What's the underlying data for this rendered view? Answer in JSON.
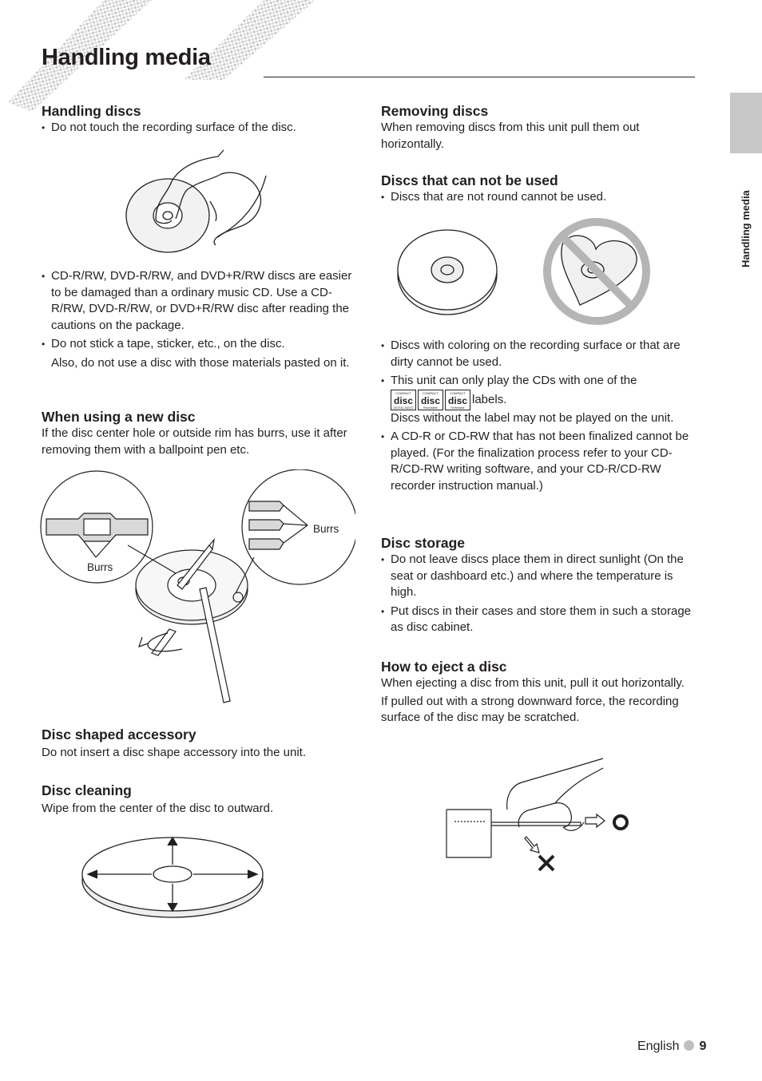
{
  "page_title": "Handling media",
  "side_tab_label": "Handling media",
  "left": {
    "handling_discs": {
      "heading": "Handling discs",
      "bullet1": "Do not touch the recording surface of the disc.",
      "bullet2": "CD-R/RW, DVD-R/RW, and DVD+R/RW discs are easier to be damaged than a ordinary music CD. Use a CD-R/RW, DVD-R/RW, or DVD+R/RW disc after reading the cautions on the package.",
      "bullet3": "Do not stick a tape, sticker, etc., on the disc.",
      "bullet3_cont": "Also, do not use a disc with those materials pasted on it."
    },
    "new_disc": {
      "heading": "When using a new disc",
      "text": "If the disc center hole or outside rim has burrs, use it after removing them with a ballpoint pen etc.",
      "burrs_label_left": "Burrs",
      "burrs_label_right": "Burrs"
    },
    "accessory": {
      "heading": "Disc shaped accessory",
      "text": "Do not insert a disc shape accessory into the unit."
    },
    "cleaning": {
      "heading": "Disc cleaning",
      "text": "Wipe from the center of the disc to outward."
    }
  },
  "right": {
    "removing": {
      "heading": "Removing discs",
      "text": "When removing discs from this unit pull them out horizontally."
    },
    "cannot_use": {
      "heading": "Discs that can not be used",
      "bullet1": "Discs that are not round cannot be used.",
      "bullet2": "Discs with coloring on the recording surface or that are dirty cannot be used.",
      "bullet3": "This unit can only play the CDs with one of the",
      "bullet3_labels": "labels.",
      "bullet3_cont": "Discs without the label may not be played on the unit.",
      "bullet4": "A CD-R or CD-RW that has not been finalized cannot be played. (For the finalization process refer to your CD-R/CD-RW writing software, and your CD-R/CD-RW recorder instruction manual.)",
      "logo1_top": "COMPACT",
      "logo1_big": "disc",
      "logo1_bottom": "DIGITAL AUDIO",
      "logo2_top": "COMPACT",
      "logo2_big": "disc",
      "logo2_bottom": "Recordable",
      "logo3_top": "COMPACT",
      "logo3_big": "disc",
      "logo3_bottom": "ReWritable"
    },
    "storage": {
      "heading": "Disc storage",
      "bullet1": "Do not leave discs place them in direct sunlight (On the seat or dashboard etc.) and where the temperature is high.",
      "bullet2": "Put discs in their cases and store them in such a storage as disc cabinet."
    },
    "eject": {
      "heading": "How to eject a disc",
      "text1": "When ejecting a disc from this unit, pull it out horizontally.",
      "text2": "If pulled out with a strong downward force, the recording surface of the disc may be scratched."
    }
  },
  "footer": {
    "language": "English",
    "page_number": "9"
  }
}
